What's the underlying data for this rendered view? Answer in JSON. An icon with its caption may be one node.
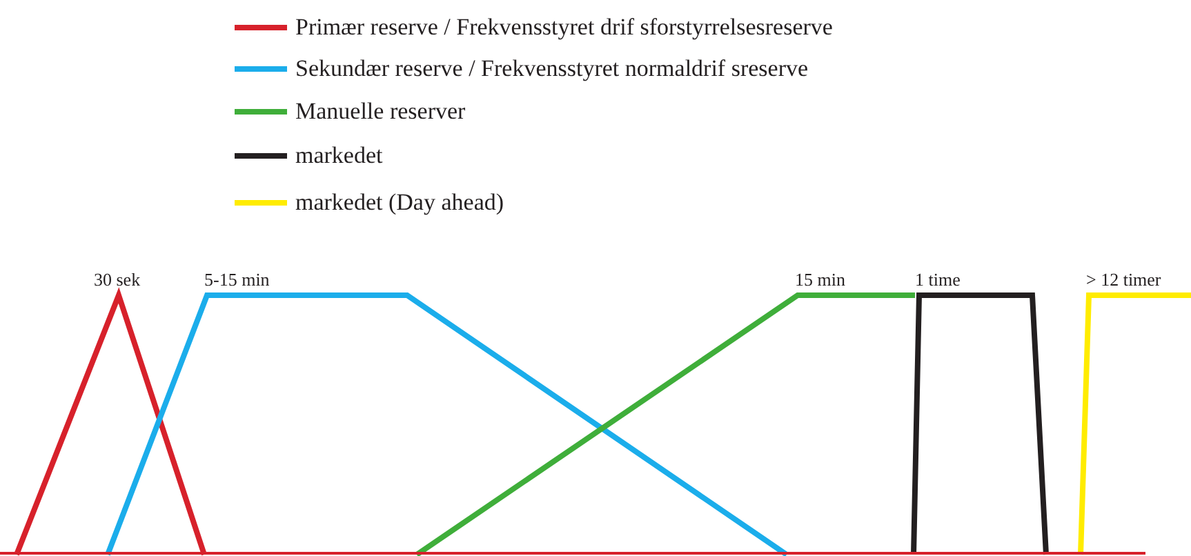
{
  "diagram": {
    "labels": [
      "30 sek",
      "5-15 min",
      "15 min",
      "1 time",
      "> 12 timer"
    ],
    "legend": [
      {
        "text": "Primær reserve / Frekvensstyret drif sforstyrrelsesreserve",
        "color": "#d7212b"
      },
      {
        "text": "Sekundær reserve / Frekvensstyret normaldrif sreserve",
        "color": "#1badeb"
      },
      {
        "text": "Manuelle reserver",
        "color": "#3fae3a"
      },
      {
        "text": "markedet",
        "color": "#231f20"
      },
      {
        "text": "markedet (Day ahead)",
        "color": "#ffec00"
      }
    ]
  }
}
